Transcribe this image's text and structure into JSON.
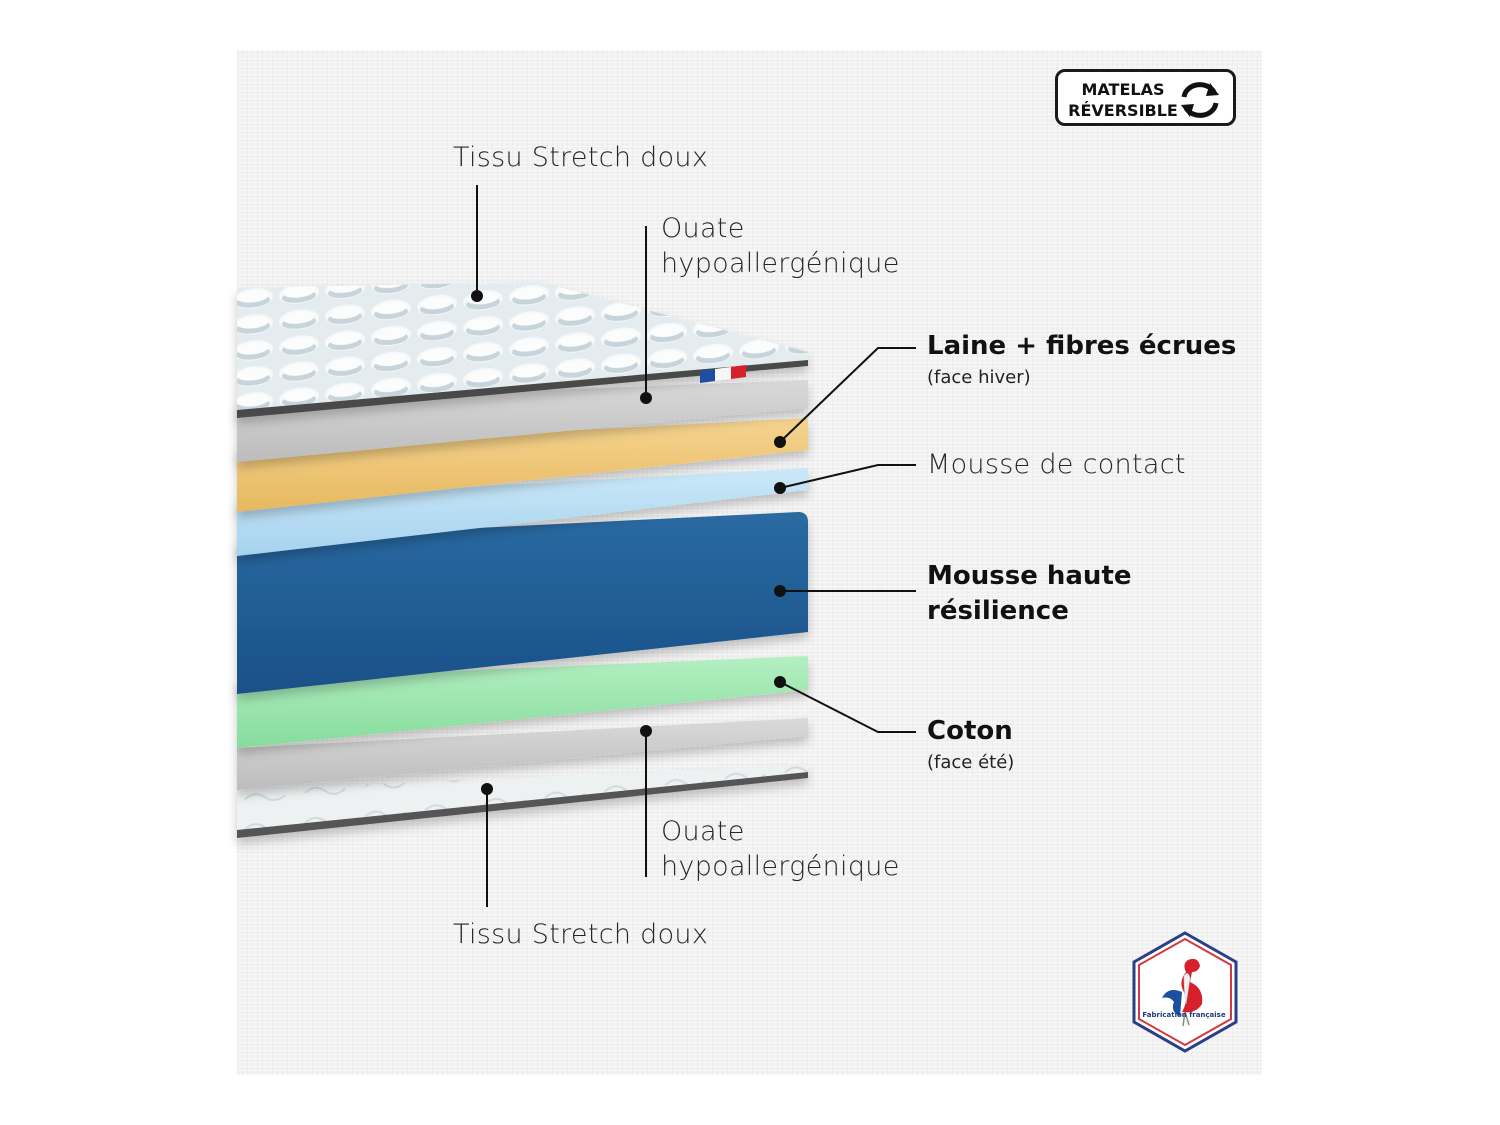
{
  "badge": {
    "line1": "MATELAS",
    "line2": "RÉVERSIBLE",
    "icon": "reverse-arrows-icon"
  },
  "labels": {
    "top_fabric": "Tissu Stretch doux",
    "top_wadding_1": "Ouate",
    "top_wadding_2": "hypoallergénique",
    "wool_title": "Laine + fibres écrues",
    "wool_sub": "(face hiver)",
    "contact_foam": "Mousse de contact",
    "hr_foam_1": "Mousse haute",
    "hr_foam_2": "résilience",
    "cotton_title": "Coton",
    "cotton_sub": "(face été)",
    "bottom_wadding_1": "Ouate",
    "bottom_wadding_2": "hypoallergénique",
    "bottom_fabric": "Tissu Stretch doux"
  },
  "seal": {
    "text": "Fabrication française",
    "icon": "french-rooster-icon"
  },
  "colors": {
    "fabric": "#dfe6ea",
    "wadding": "#c9c9c9",
    "wool": "#f1c872",
    "contact_foam": "#b7ddf3",
    "hr_foam": "#1f5e96",
    "cotton": "#9de6b0",
    "leader": "#111111"
  }
}
